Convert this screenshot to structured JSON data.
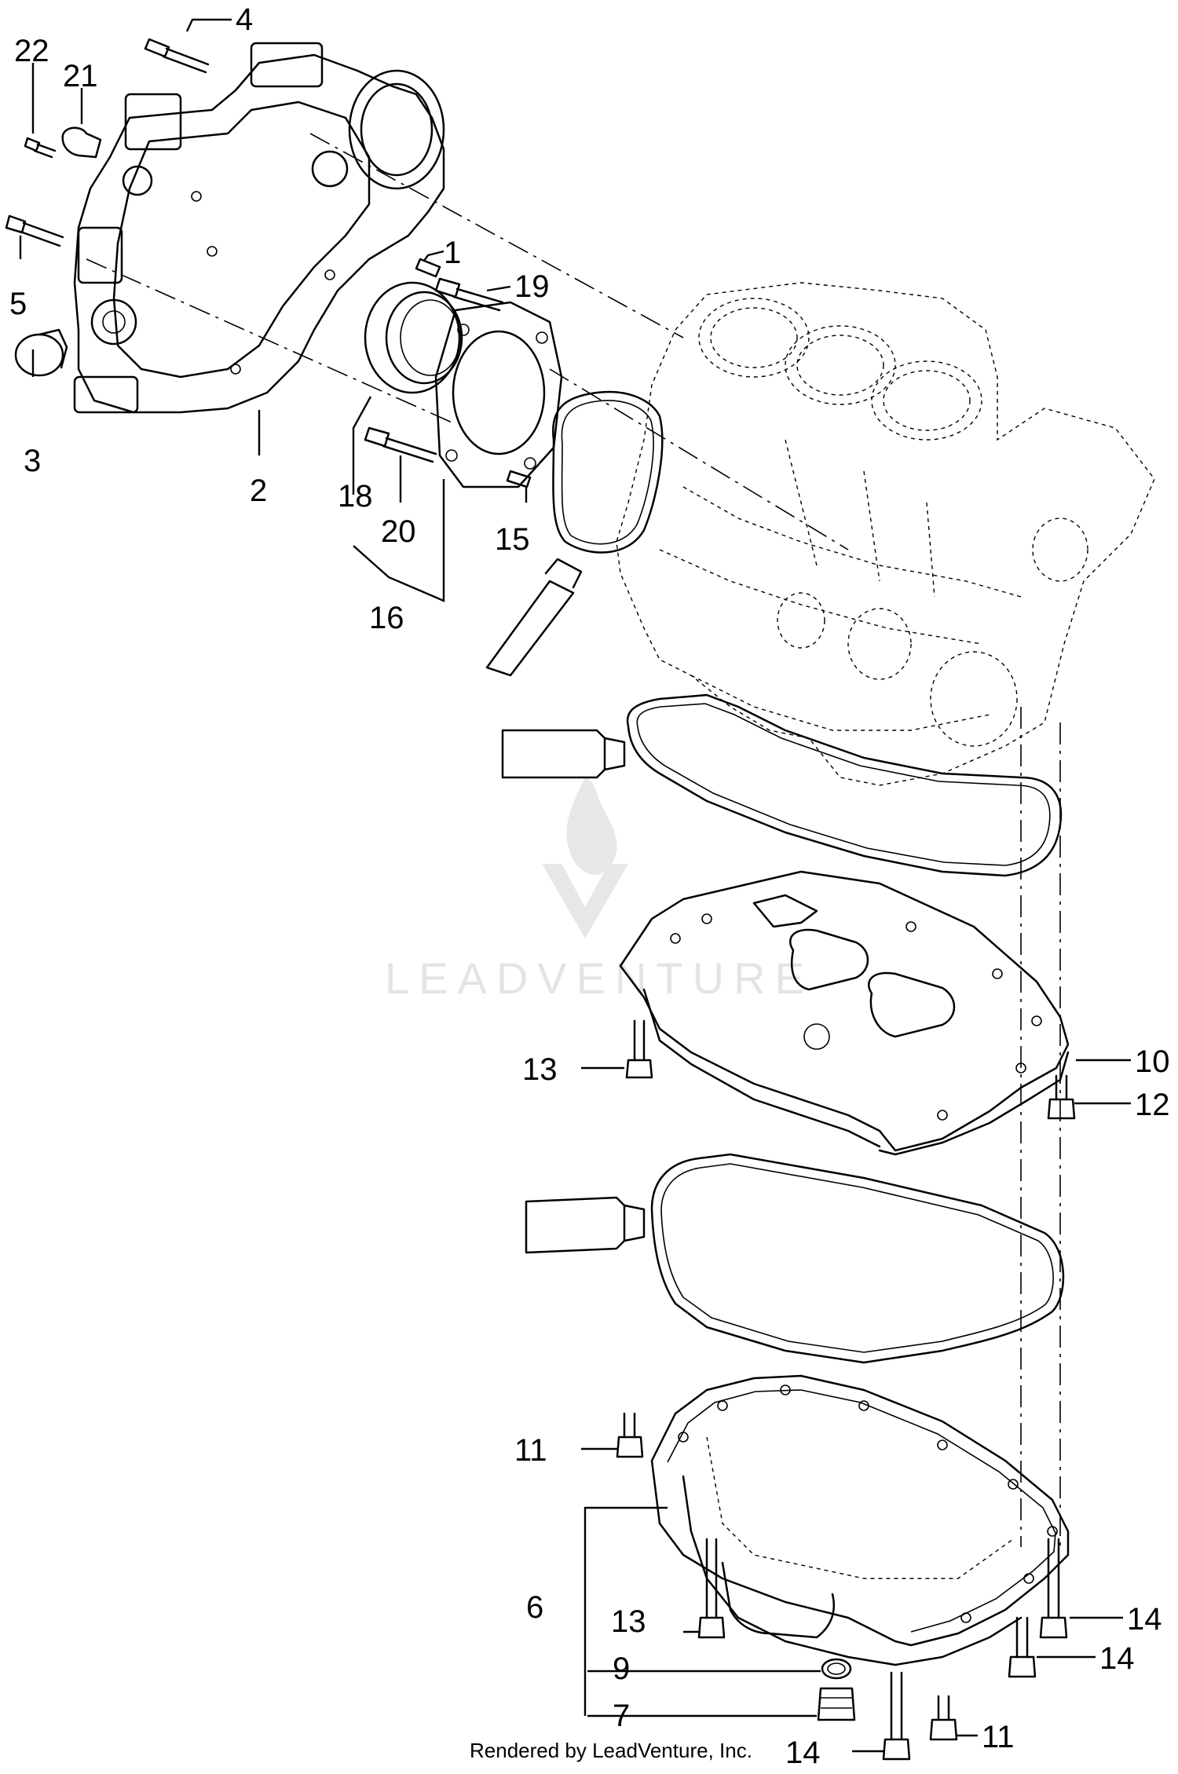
{
  "callouts": [
    {
      "id": "c1",
      "text": "1"
    },
    {
      "id": "c2",
      "text": "2"
    },
    {
      "id": "c3",
      "text": "3"
    },
    {
      "id": "c4",
      "text": "4"
    },
    {
      "id": "c5",
      "text": "5"
    },
    {
      "id": "c6",
      "text": "6"
    },
    {
      "id": "c7",
      "text": "7"
    },
    {
      "id": "c9",
      "text": "9"
    },
    {
      "id": "c10",
      "text": "10"
    },
    {
      "id": "c11a",
      "text": "11"
    },
    {
      "id": "c11b",
      "text": "11"
    },
    {
      "id": "c12",
      "text": "12"
    },
    {
      "id": "c13a",
      "text": "13"
    },
    {
      "id": "c13b",
      "text": "13"
    },
    {
      "id": "c14a",
      "text": "14"
    },
    {
      "id": "c14b",
      "text": "14"
    },
    {
      "id": "c14c",
      "text": "14"
    },
    {
      "id": "c15",
      "text": "15"
    },
    {
      "id": "c16",
      "text": "16"
    },
    {
      "id": "c18",
      "text": "18"
    },
    {
      "id": "c19",
      "text": "19"
    },
    {
      "id": "c20",
      "text": "20"
    },
    {
      "id": "c21",
      "text": "21"
    },
    {
      "id": "c22",
      "text": "22"
    }
  ],
  "watermark": {
    "text": "LEADVENTURE"
  },
  "footer": {
    "text": "Rendered by LeadVenture, Inc."
  }
}
